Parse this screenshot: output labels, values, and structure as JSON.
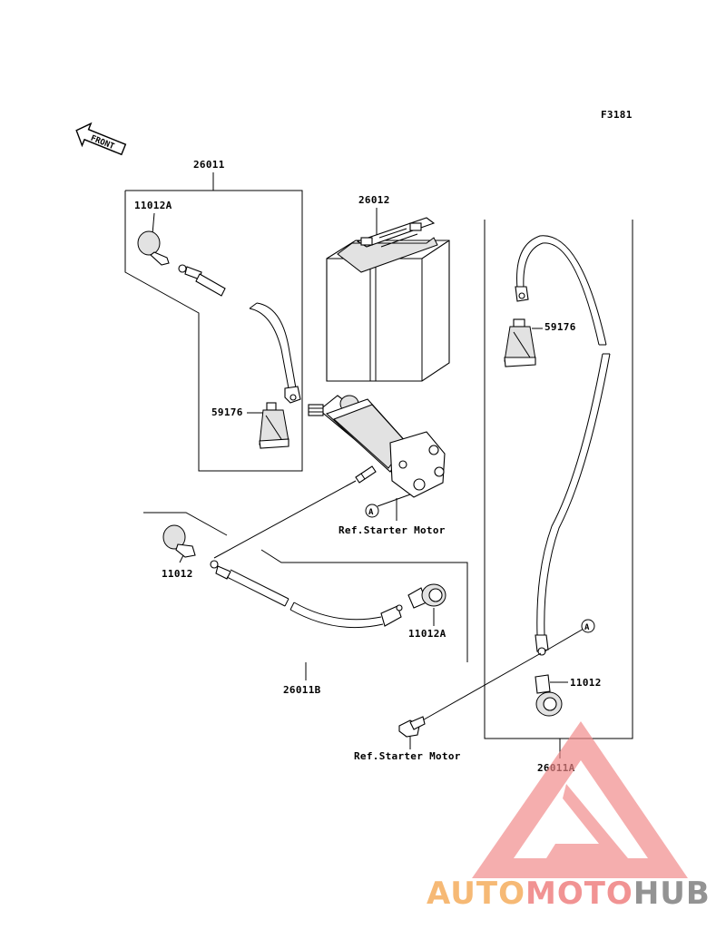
{
  "figure_code": "F3181",
  "front_label": "FRONT",
  "parts": {
    "cable_assy_left": "26011",
    "cap_left_top": "11012A",
    "boot_left": "59176",
    "battery": "26012",
    "boot_right": "59176",
    "cap_bottom_left": "11012",
    "cap_bottom_mid": "11012A",
    "cable_bottom": "26011B",
    "cap_right": "11012",
    "cable_right": "26011A"
  },
  "references": {
    "starter_motor_upper": "Ref.Starter Motor",
    "starter_motor_lower": "Ref.Starter Motor",
    "callout_upper": "A",
    "callout_right": "A"
  },
  "watermark": {
    "part1": "AUTO",
    "part2": "MOTO",
    "part3": "HUB",
    "color1": "#f6b46a",
    "color2": "#f08a8a",
    "color3": "#8a8a8a"
  }
}
